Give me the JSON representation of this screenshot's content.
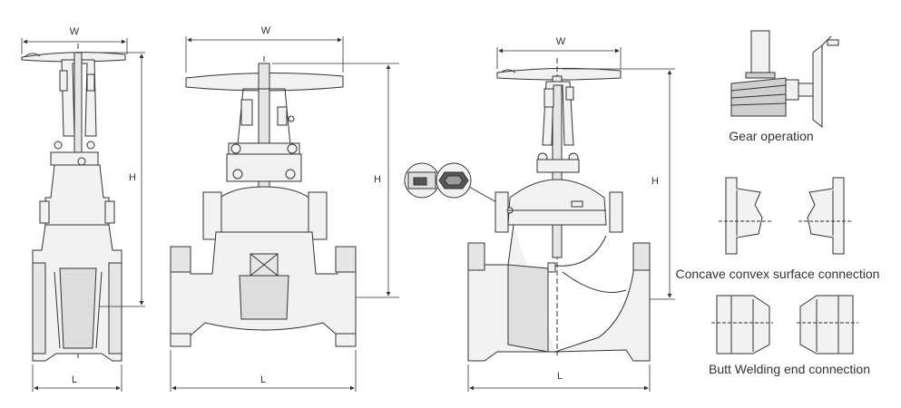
{
  "colors": {
    "line": "#333333",
    "fill": "#f2f2f2",
    "shade": "#cfcfcf",
    "dark": "#555555"
  },
  "dimensions": {
    "width": "W",
    "height": "H",
    "length": "L"
  },
  "captions": {
    "gear": "Gear operation",
    "concave": "Concave convex surface connection",
    "butt": "Butt Welding end connection"
  }
}
